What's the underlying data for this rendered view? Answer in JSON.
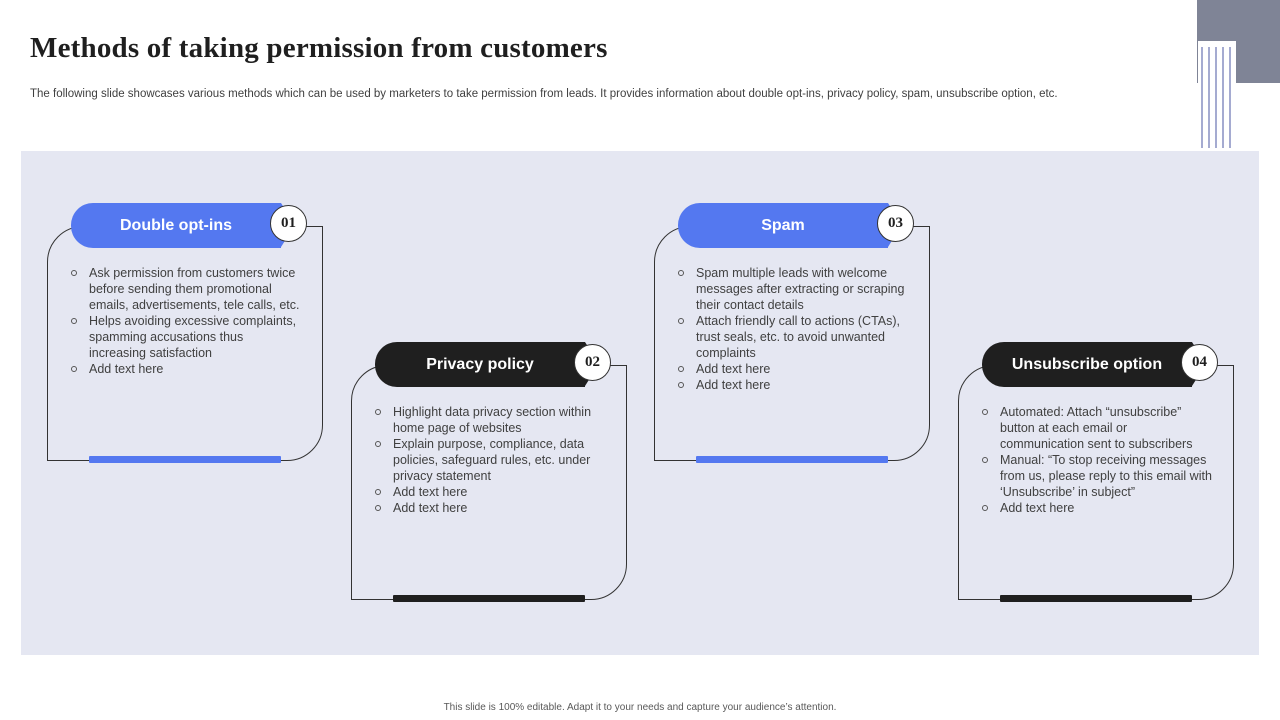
{
  "header": {
    "title": "Methods of  taking permission from customers",
    "subtitle": "The following slide showcases various methods which can be used by marketers to take permission from leads. It provides information about double opt-ins, privacy policy, spam, unsubscribe option, etc."
  },
  "cards": [
    {
      "title": "Double opt-ins",
      "number": "01",
      "points": [
        "Ask permission from customers twice before sending them promotional emails, advertisements, tele calls, etc.",
        "Helps avoiding excessive complaints, spamming accusations thus increasing satisfaction",
        "Add text here"
      ]
    },
    {
      "title": "Privacy policy",
      "number": "02",
      "points": [
        "Highlight data privacy section within home page of websites",
        "Explain purpose, compliance, data policies, safeguard rules, etc. under privacy statement",
        "Add text here",
        "Add text here"
      ]
    },
    {
      "title": "Spam",
      "number": "03",
      "points": [
        "Spam multiple leads with welcome messages after extracting or scraping their contact details",
        "Attach friendly call to actions (CTAs), trust seals, etc. to avoid unwanted complaints",
        "Add text here",
        "Add text here"
      ]
    },
    {
      "title": "Unsubscribe option",
      "number": "04",
      "points": [
        "Automated: Attach “unsubscribe” button at each email or communication sent to subscribers",
        "Manual: “To stop receiving messages from us, please reply to this email with ‘Unsubscribe’ in subject”",
        "Add text here"
      ]
    }
  ],
  "colors": {
    "accent": "#5478f0",
    "dark": "#1f1f1f",
    "panel": "#e5e7f2",
    "deco": "#7f8496"
  },
  "footer": {
    "text": "This slide is 100% editable. Adapt it to your needs and capture your audience’s attention."
  }
}
